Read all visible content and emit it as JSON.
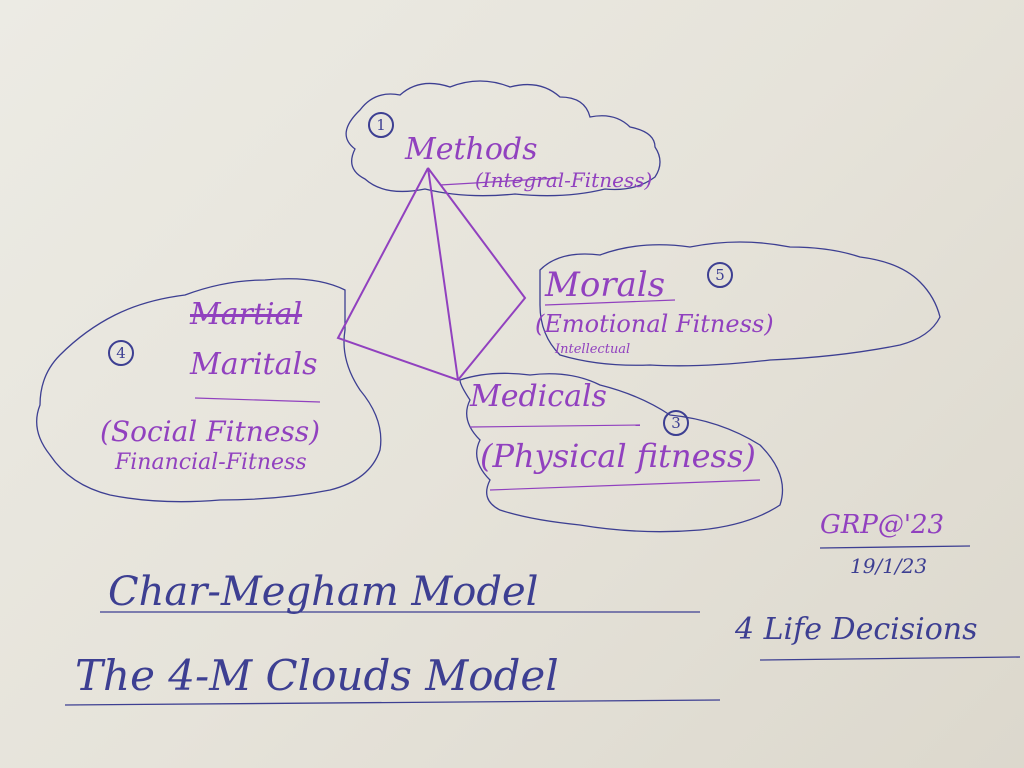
{
  "clouds": {
    "methods": {
      "number": "1",
      "title": "Methods",
      "subtitle": "(Integral-Fitness)"
    },
    "morals": {
      "number": "5",
      "title": "Morals",
      "subtitle": "(Emotional Fitness)",
      "note": "Intellectual"
    },
    "medicals": {
      "number": "3",
      "title": "Medicals",
      "subtitle": "(Physical fitness)"
    },
    "maritals": {
      "number": "4",
      "title_struck": "Martial",
      "title": "Maritals",
      "subtitle": "(Social Fitness)",
      "note": "Financial-Fitness"
    }
  },
  "signature": {
    "initials": "GRP@'23",
    "date": "19/1/23"
  },
  "footer": {
    "title1": "Char-Megham Model",
    "title2": "The 4-M Clouds Model",
    "side": "4 Life Decisions"
  },
  "colors": {
    "purple_ink": "#9141bf",
    "blue_ink": "#3d3f92",
    "paper": "#e9e6dd"
  }
}
